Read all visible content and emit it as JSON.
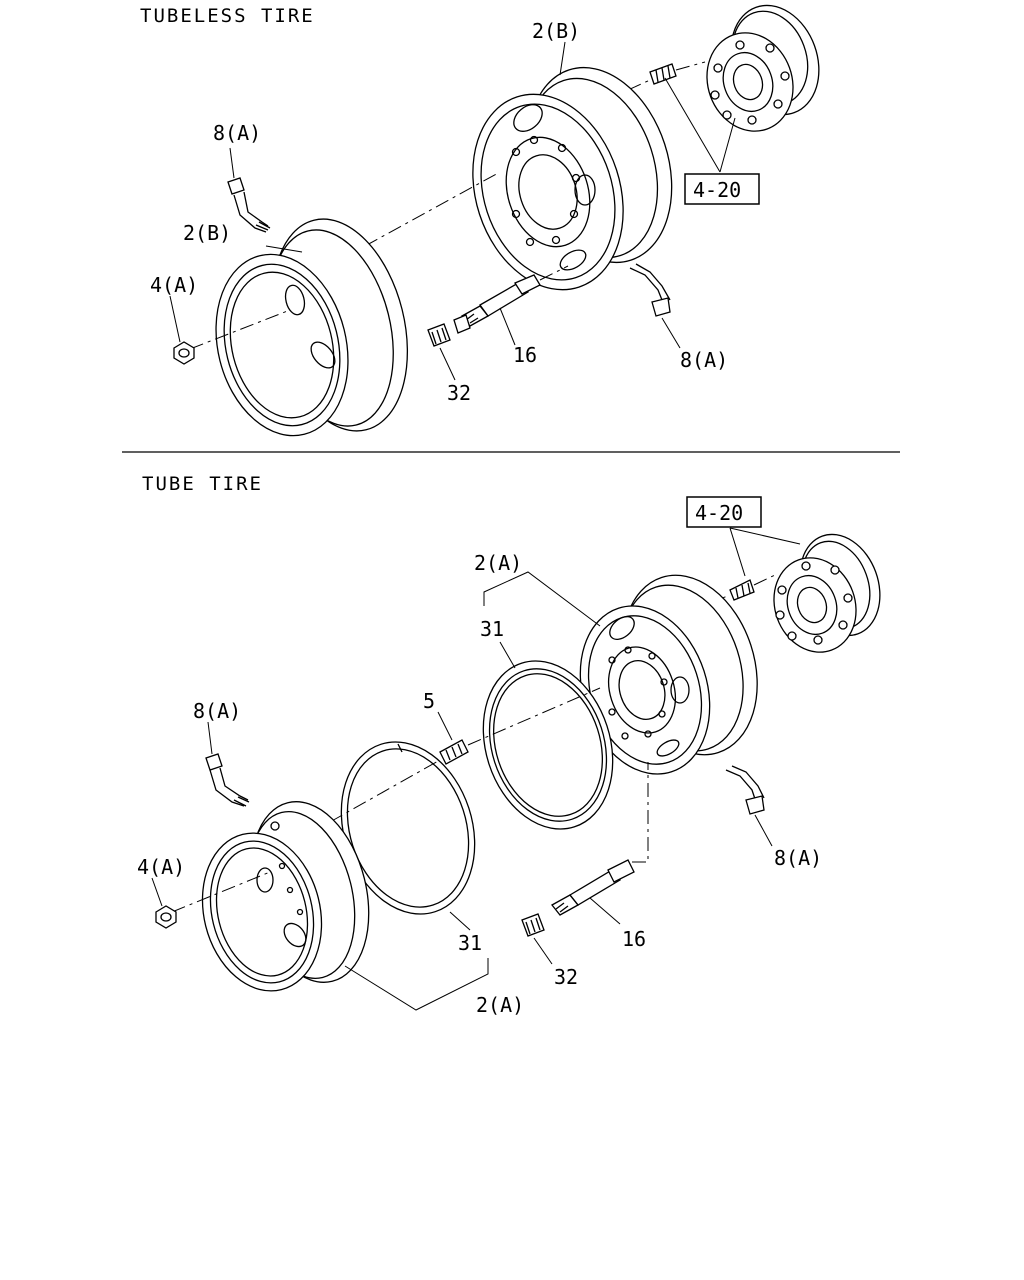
{
  "sections": {
    "top_title": "TUBELESS TIRE",
    "bottom_title": "TUBE TIRE"
  },
  "top": {
    "ref_box": "4-20",
    "callouts": {
      "wheel_outer": "2(B)",
      "wheel_inner": "2(B)",
      "valve_left": "8(A)",
      "valve_right": "8(A)",
      "nut": "4(A)",
      "stud": "16",
      "inner_nut": "32"
    }
  },
  "bottom": {
    "ref_box": "4-20",
    "callouts": {
      "wheel_top": "2(A)",
      "wheel_bottom": "2(A)",
      "ring_top": "31",
      "ring_bottom": "31",
      "valve_stem": "5",
      "valve_left": "8(A)",
      "valve_right": "8(A)",
      "nut": "4(A)",
      "stud": "16",
      "inner_nut": "32"
    }
  }
}
